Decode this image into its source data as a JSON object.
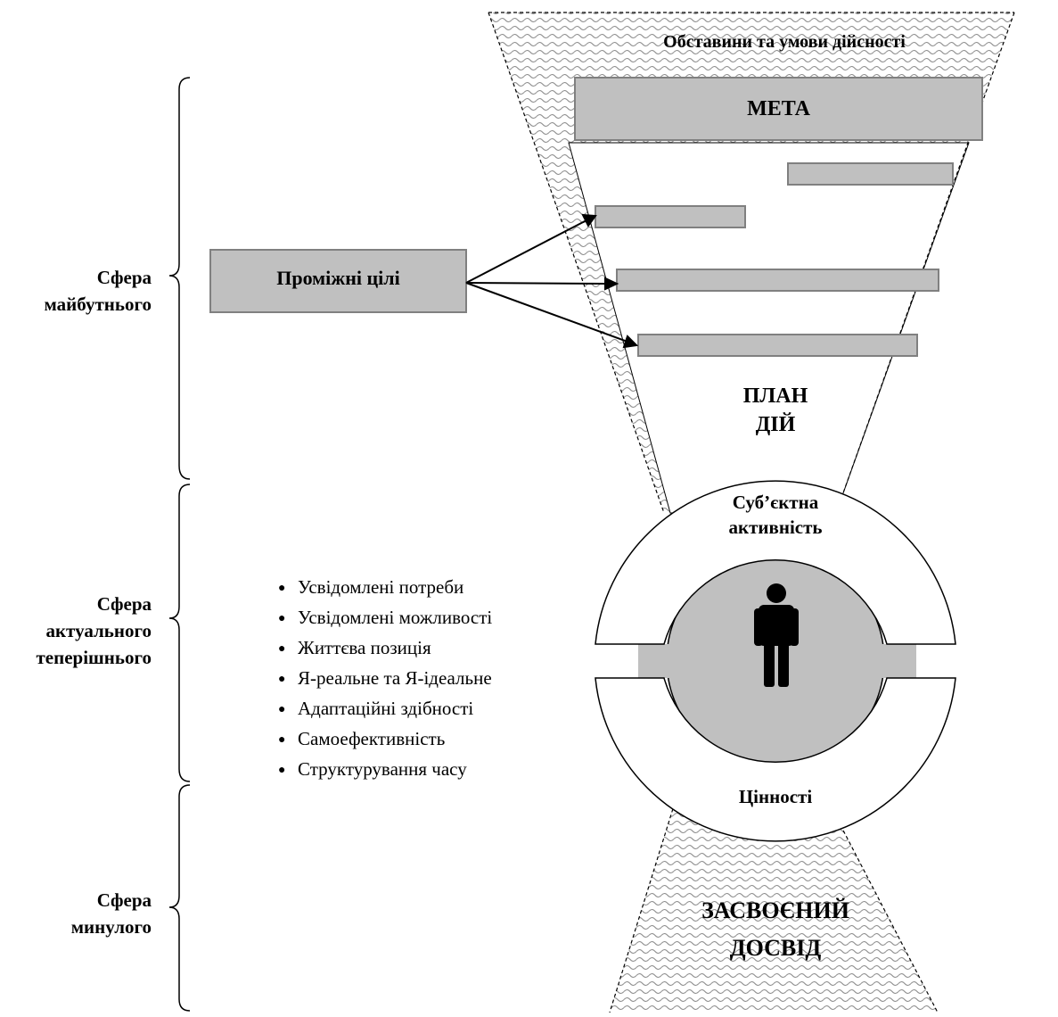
{
  "diagram": {
    "circumstances": "Обставини та умови дійсності",
    "goal": "МЕТА",
    "intermediate_goals": "Проміжні цілі",
    "action_plan": [
      "ПЛАН",
      "ДІЙ"
    ],
    "subject_activity": [
      "Суб’єктна",
      "активність"
    ],
    "values": "Цінності",
    "experience": [
      "ЗАСВОЄНИЙ",
      "ДОСВІД"
    ],
    "spheres": {
      "future": [
        "Сфера",
        "майбутнього"
      ],
      "present": [
        "Сфера",
        "актуального",
        "теперішнього"
      ],
      "past": [
        "Сфера",
        "минулого"
      ]
    },
    "factors": [
      "Усвідомлені потреби",
      "Усвідомлені можливості",
      "Життєва позиція",
      "Я-реальне та Я-ідеальне",
      "Адаптаційні здібності",
      "Самоефективність",
      "Структурування часу"
    ],
    "icons": [
      "person-icon",
      "brace-icon",
      "arrow-icon"
    ],
    "colors": {
      "box_fill": "#c0c0c0",
      "box_stroke": "#808080",
      "hatch_line": "#8c8c8c",
      "person": "#000000"
    }
  }
}
